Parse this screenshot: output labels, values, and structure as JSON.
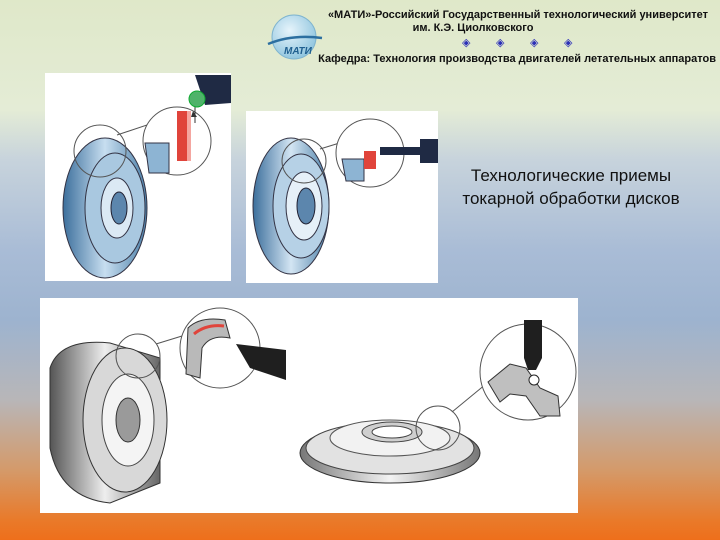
{
  "header": {
    "logo_text": "МАТИ",
    "university_line1": "«МАТИ»-Российский Государственный технологический университет",
    "university_line2": "им. К.Э. Циолковского",
    "department": "Кафедра: Технология производства двигателей летательных аппаратов",
    "separator_icons": [
      "diamond-icon",
      "diamond-icon",
      "diamond-icon",
      "diamond-icon"
    ]
  },
  "slide": {
    "title_line1": "Технологические приемы",
    "title_line2": "токарной обработки дисков"
  },
  "colors": {
    "accent_blue": "#2b2fb8",
    "cutting_edge_red": "#e0443b",
    "part_blue": "#7fa6c8"
  }
}
